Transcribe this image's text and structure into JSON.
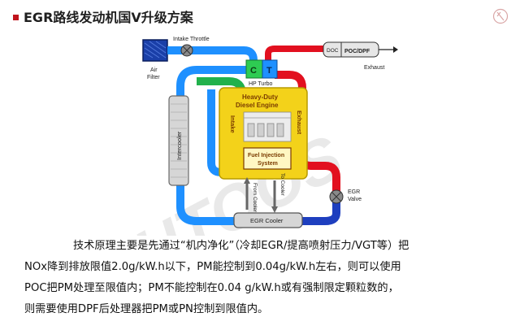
{
  "title": "EGR路线发动机国Ⅴ升级方案",
  "colors": {
    "accent": "#c0141c",
    "intake_pipe": "#1e90ff",
    "hot_pipe": "#e2101f",
    "intercooler_pipe": "#22b14c",
    "engine": "#f3d21a"
  },
  "diagram": {
    "intake_throttle": "Intake Throttle",
    "air_filter_line1": "Air",
    "air_filter_line2": "Filter",
    "compressor": "C",
    "turbine": "T",
    "hp_turbo": "HP Turbo",
    "doc": "DOC",
    "poc_dpf": "POC/DPF",
    "exhaust_out": "Exhaust",
    "intercooler": "Intercooler",
    "engine_line1": "Heavy-Duty",
    "engine_line2": "Diesel Engine",
    "intake_vertical": "Intake",
    "exhaust_vertical": "Exhaust",
    "fuel_injection_line1": "Fuel Injection",
    "fuel_injection_line2": "System",
    "from_cooler": "From Cooler",
    "to_cooler": "To Cooler",
    "egr_valve_line1": "EGR",
    "egr_valve_line2": "Valve",
    "egr_cooler": "EGR Cooler",
    "watermark": "AUTOOS"
  },
  "caption": {
    "line1": "技术原理主要是先通过“机内净化”（冷却EGR/提高喷射压力/VGT等）把",
    "line2": "NOx降到排放限值2.0g/kW.h以下，PM能控制到0.04g/kW.h左右，则可以使用",
    "line3": "POC把PM处理至限值内；PM不能控制在0.04 g/kW.h或有强制限定颗粒数的，",
    "line4": "则需要使用DPF后处理器把PM或PN控制到限值内。"
  }
}
